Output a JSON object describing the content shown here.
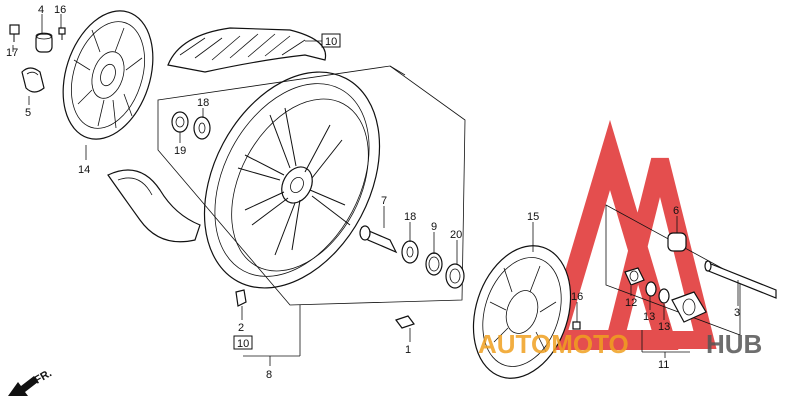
{
  "parts": [
    {
      "id": "p4",
      "label": "4"
    },
    {
      "id": "p16a",
      "label": "16"
    },
    {
      "id": "p17",
      "label": "17"
    },
    {
      "id": "p5",
      "label": "5"
    },
    {
      "id": "p14",
      "label": "14"
    },
    {
      "id": "p18a",
      "label": "18"
    },
    {
      "id": "p19",
      "label": "19"
    },
    {
      "id": "p10a",
      "label": "10"
    },
    {
      "id": "p7",
      "label": "7"
    },
    {
      "id": "p18b",
      "label": "18"
    },
    {
      "id": "p9",
      "label": "9"
    },
    {
      "id": "p20",
      "label": "20"
    },
    {
      "id": "p15",
      "label": "15"
    },
    {
      "id": "p16b",
      "label": "16"
    },
    {
      "id": "p6",
      "label": "6"
    },
    {
      "id": "p12",
      "label": "12"
    },
    {
      "id": "p13a",
      "label": "13"
    },
    {
      "id": "p13b",
      "label": "13"
    },
    {
      "id": "p3",
      "label": "3"
    },
    {
      "id": "p11",
      "label": "11"
    },
    {
      "id": "p2",
      "label": "2"
    },
    {
      "id": "p10b",
      "label": "10"
    },
    {
      "id": "p8",
      "label": "8"
    },
    {
      "id": "p1",
      "label": "1"
    }
  ],
  "direction_label": "FR.",
  "watermark": {
    "part1": "AUTOMOTO",
    "part2": "HUB",
    "color1": "#f0a020",
    "color2": "#555555",
    "triangle_color": "#e03030"
  }
}
